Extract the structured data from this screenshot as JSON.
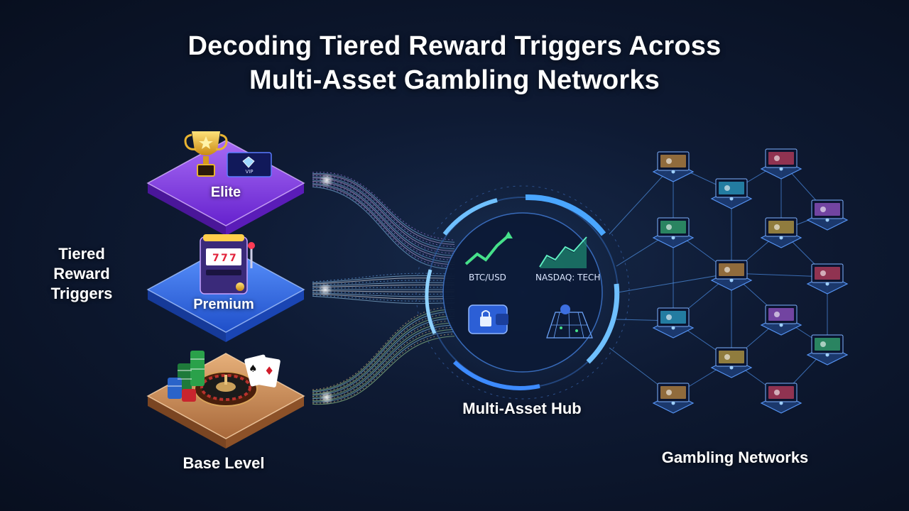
{
  "title": {
    "line1": "Decoding Tiered Reward Triggers Across",
    "line2": "Multi-Asset Gambling Networks"
  },
  "side_label": "Tiered Reward Triggers",
  "tiers": [
    {
      "label": "Elite",
      "color": "#8a3dff",
      "icons": [
        "trophy-icon",
        "vip-card-icon"
      ]
    },
    {
      "label": "Premium",
      "color": "#2f6cf0",
      "icons": [
        "slot-machine-icon"
      ]
    },
    {
      "label": "Base Level",
      "color": "#c9894a",
      "icons": [
        "roulette-wheel-icon",
        "poker-chips-icon",
        "playing-cards-icon"
      ]
    }
  ],
  "hub": {
    "label": "Multi-Asset Hub",
    "widgets": [
      {
        "label": "BTC/USD",
        "icon": "crypto-chart-icon"
      },
      {
        "label": "NASDAQ: TECH",
        "icon": "stock-chart-icon"
      },
      {
        "label": "",
        "icon": "wallet-lock-icon"
      },
      {
        "label": "",
        "icon": "trading-grid-icon"
      }
    ],
    "accent": "#4db3ff"
  },
  "network": {
    "label": "Gambling Networks",
    "accent": "#3d8bff"
  }
}
